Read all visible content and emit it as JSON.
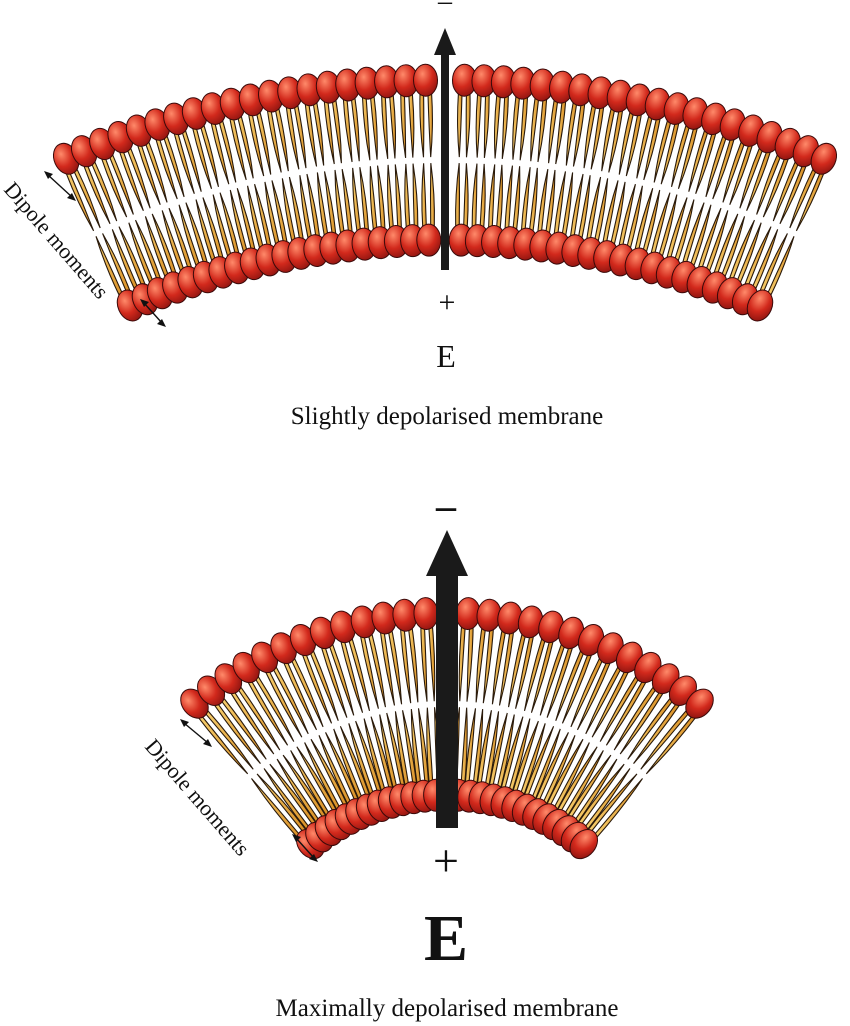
{
  "panels": [
    {
      "id": "top",
      "sign_top": "–",
      "sign_bottom": "+",
      "field_label": "E",
      "dipole_label": "Dipole moments",
      "caption": "Slightly depolarised membrane"
    },
    {
      "id": "bottom",
      "sign_top": "–",
      "sign_bottom": "+",
      "field_label": "E",
      "dipole_label": "Dipole moments",
      "caption": "Maximally depolarised membrane"
    }
  ],
  "colors": {
    "head_fill": "#d2291c",
    "head_highlight": "#ff8a6a",
    "tail_fill": "#f3b03e",
    "arrow": "#1a1a1a"
  }
}
